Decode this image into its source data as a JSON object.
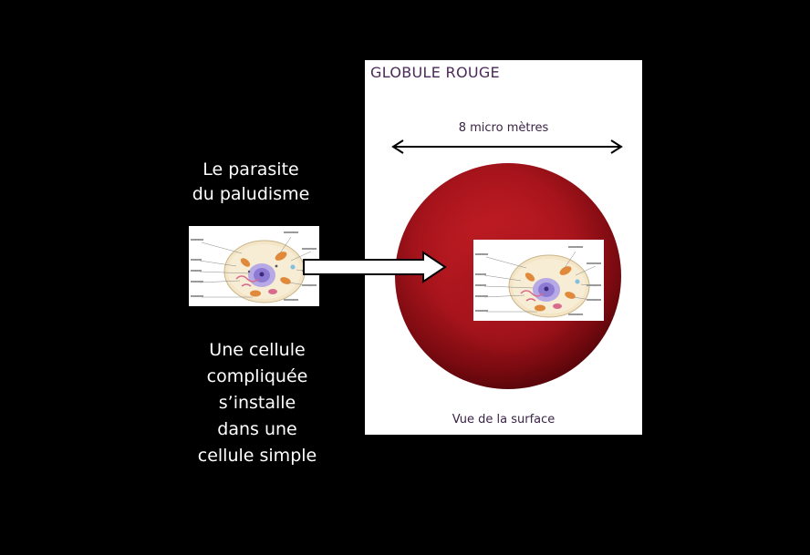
{
  "left": {
    "title_lines": [
      "Le parasite",
      "du paludisme"
    ],
    "description_lines": [
      "Une cellule",
      "compliquée",
      "s’installe",
      "dans une",
      "cellule simple"
    ]
  },
  "panel": {
    "title": "GLOBULE ROUGE",
    "scale_label": "8 micro mètres",
    "footer_label": "Vue de la surface"
  },
  "colors": {
    "background": "#000000",
    "panel_background": "#ffffff",
    "red_cell": "#a8141c",
    "panel_text": "#4a2a58"
  },
  "icons": {
    "parasite_cell": "cell-diagram-icon",
    "pointer_arrow": "right-arrow-icon",
    "scale_arrow": "double-arrow-icon"
  }
}
